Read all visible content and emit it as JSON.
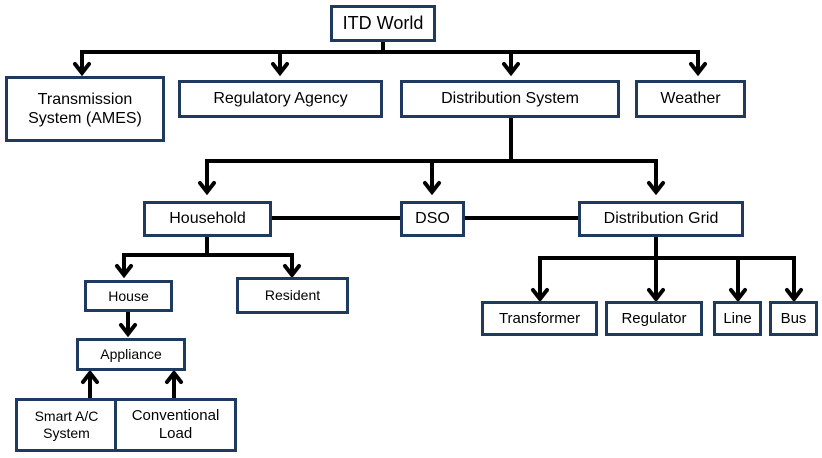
{
  "diagram": {
    "nodes": {
      "itd_world": "ITD World",
      "transmission_system": "Transmission\nSystem (AMES)",
      "regulatory_agency": "Regulatory Agency",
      "distribution_system": "Distribution System",
      "weather": "Weather",
      "household": "Household",
      "dso": "DSO",
      "distribution_grid": "Distribution Grid",
      "house": "House",
      "resident": "Resident",
      "appliance": "Appliance",
      "smart_ac_system": "Smart A/C\nSystem",
      "conventional_load": "Conventional\nLoad",
      "transformer": "Transformer",
      "regulator": "Regulator",
      "line": "Line",
      "bus": "Bus"
    },
    "colors": {
      "box_border": "#1f3a5f",
      "connector": "#000000",
      "text": "#000000",
      "background": "#ffffff"
    }
  }
}
